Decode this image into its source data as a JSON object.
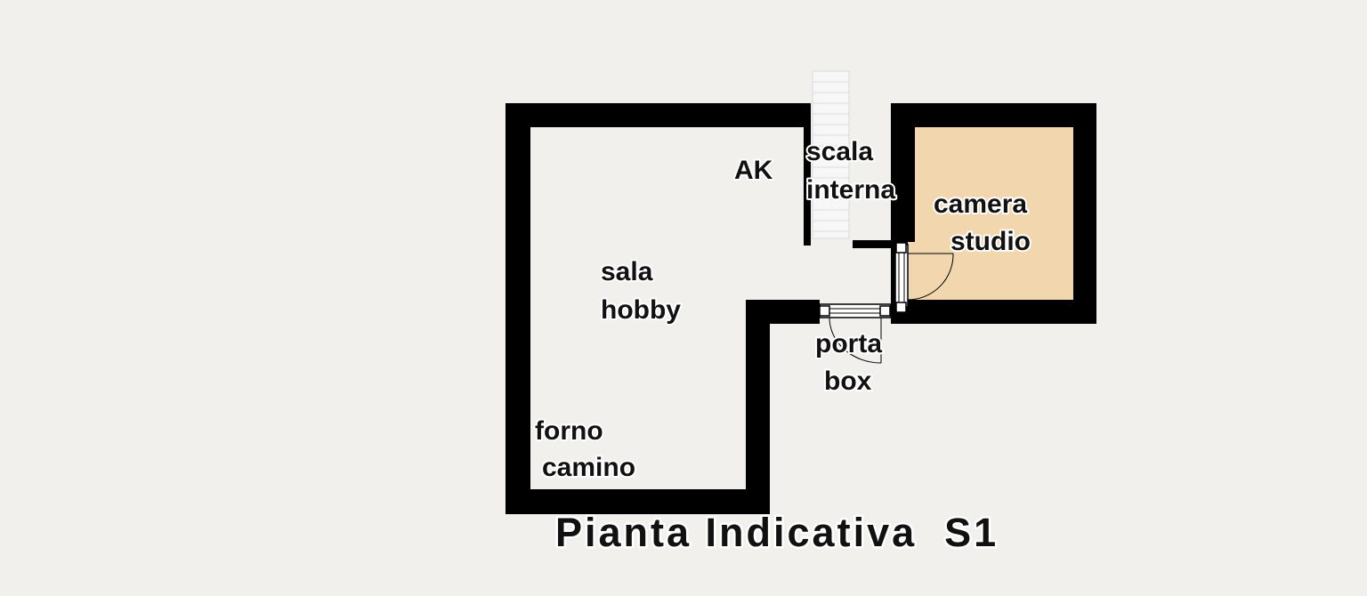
{
  "title": "Pianta Indicativa  S1",
  "rooms": {
    "sala_hobby": {
      "line1": "sala",
      "line2": "hobby"
    },
    "ak": {
      "label": "AK"
    },
    "scala_interna": {
      "line1": "scala",
      "line2": "interna"
    },
    "camera_studio": {
      "line1": "camera",
      "line2": "studio"
    },
    "porta_box": {
      "line1": "porta",
      "line2": "box"
    },
    "forno_camino": {
      "line1": "forno",
      "line2": "camino"
    }
  },
  "colors": {
    "background": "#f1f0ec",
    "wall": "#000000",
    "floor_main": "#f1f0ec",
    "floor_studio": "#f2d7ae",
    "stair": "#f7f7f7",
    "label_text": "#111111",
    "label_outline": "#ffffff"
  }
}
